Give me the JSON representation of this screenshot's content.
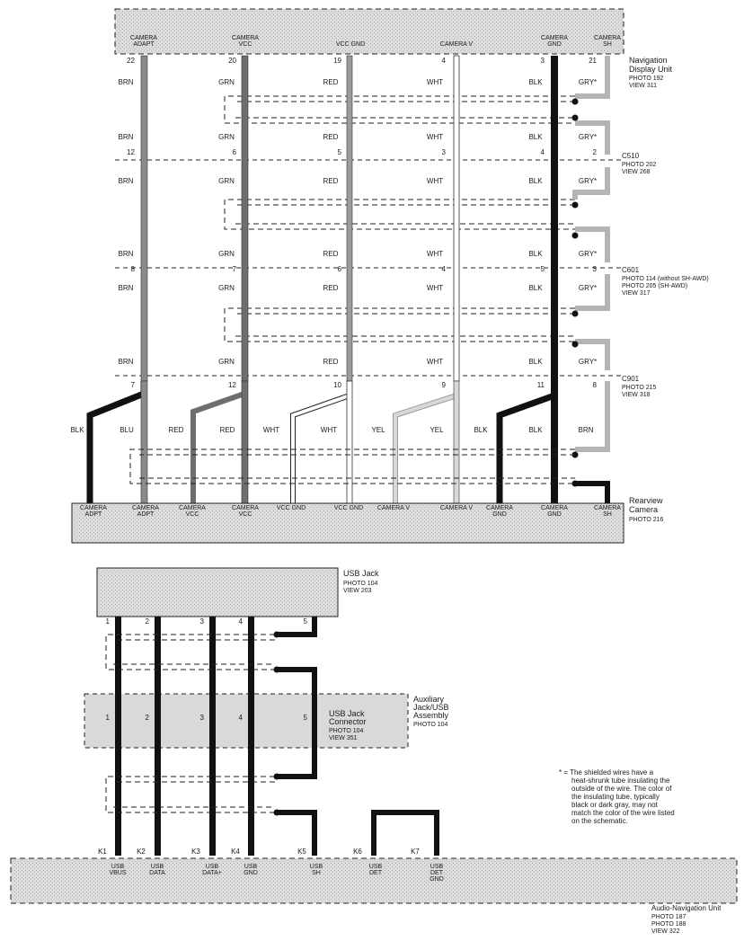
{
  "top_section": {
    "nav_unit": {
      "name_line1": "Navigation",
      "name_line2": "Display Unit",
      "photo": "PHOTO 192",
      "view": "VIEW 311",
      "pins": [
        {
          "line1": "CAMERA",
          "line2": "ADAPT",
          "pin": "22"
        },
        {
          "line1": "CAMERA",
          "line2": "VCC",
          "pin": "20"
        },
        {
          "line1": "VCC GND",
          "line2": "",
          "pin": "19"
        },
        {
          "line1": "CAMERA V",
          "line2": "",
          "pin": "4"
        },
        {
          "line1": "CAMERA",
          "line2": "GND",
          "pin": "3"
        },
        {
          "line1": "CAMERA",
          "line2": "SH",
          "pin": "21"
        }
      ]
    },
    "wire_colors": [
      "BRN",
      "GRN",
      "RED",
      "WHT",
      "BLK",
      "GRY*"
    ],
    "c510": {
      "name": "C510",
      "photo": "PHOTO 202",
      "view": "VIEW 268",
      "pins": [
        "12",
        "6",
        "5",
        "3",
        "4",
        "2"
      ]
    },
    "c601": {
      "name": "C601",
      "photo1": "PHOTO 114 (without SH-AWD)",
      "photo2": "PHOTO 205 (SH-AWD)",
      "view": "VIEW 317",
      "pins": [
        "8",
        "7",
        "6",
        "4",
        "5",
        "3"
      ]
    },
    "c901": {
      "name": "C901",
      "photo": "PHOTO 215",
      "view": "VIEW 318",
      "pins": [
        "7",
        "12",
        "10",
        "9",
        "11",
        "8"
      ]
    },
    "camera_wire_colors": [
      "BLK",
      "BLU",
      "RED",
      "RED",
      "WHT",
      "WHT",
      "YEL",
      "YEL",
      "BLK",
      "BLK",
      "BRN"
    ],
    "rear_camera": {
      "name_line1": "Rearview",
      "name_line2": "Camera",
      "photo": "PHOTO 216",
      "pins": [
        {
          "line1": "CAMERA",
          "line2": "ADPT"
        },
        {
          "line1": "CAMERA",
          "line2": "ADPT"
        },
        {
          "line1": "CAMERA",
          "line2": "VCC"
        },
        {
          "line1": "CAMERA",
          "line2": "VCC"
        },
        {
          "line1": "VCC GND",
          "line2": ""
        },
        {
          "line1": "VCC GND",
          "line2": ""
        },
        {
          "line1": "CAMERA V",
          "line2": ""
        },
        {
          "line1": "CAMERA V",
          "line2": ""
        },
        {
          "line1": "CAMERA",
          "line2": "GND"
        },
        {
          "line1": "CAMERA",
          "line2": "GND"
        },
        {
          "line1": "CAMERA",
          "line2": "SH"
        }
      ]
    }
  },
  "bottom_section": {
    "usb_jack": {
      "name": "USB Jack",
      "photo": "PHOTO 104",
      "view": "VIEW 203",
      "pins": [
        "1",
        "2",
        "3",
        "4",
        "5"
      ]
    },
    "aux_assembly": {
      "name_line1": "Auxiliary",
      "name_line2": "Jack/USB",
      "name_line3": "Assembly",
      "photo": "PHOTO 104",
      "pins": [
        "1",
        "2",
        "3",
        "4",
        "5"
      ],
      "connector_line1": "USB Jack",
      "connector_line2": "Connector",
      "connector_photo": "PHOTO 104",
      "connector_view": "VIEW 351"
    },
    "audio_nav_unit": {
      "name": "Audio-Navigation Unit",
      "photo1": "PHOTO 187",
      "photo2": "PHOTO 188",
      "view": "VIEW 322",
      "pins": [
        {
          "pin": "K1",
          "line1": "USB",
          "line2": "VBUS",
          "line3": ""
        },
        {
          "pin": "K2",
          "line1": "USB",
          "line2": "DATA",
          "line3": ""
        },
        {
          "pin": "K3",
          "line1": "USB",
          "line2": "DATA+",
          "line3": ""
        },
        {
          "pin": "K4",
          "line1": "USB",
          "line2": "GND",
          "line3": ""
        },
        {
          "pin": "K5",
          "line1": "USB",
          "line2": "SH",
          "line3": ""
        },
        {
          "pin": "K6",
          "line1": "USB",
          "line2": "DET",
          "line3": ""
        },
        {
          "pin": "K7",
          "line1": "USB",
          "line2": "DET",
          "line3": "GND"
        }
      ]
    }
  },
  "footnote": {
    "line1": "* = The shielded wires have a",
    "line2": "heat-shrunk tube insulating the",
    "line3": "outside of the wire. The color of",
    "line4": "the insulating tube, typically",
    "line5": "black or dark gray, may not",
    "line6": "match the color of the wire listed",
    "line7": "on the schematic."
  },
  "colors": {
    "brn_wire": "#8a8a8a",
    "grn_wire": "#6e6e6e",
    "red_wire": "#9c9c9c",
    "wht_wire": "#ffffff",
    "blk_wire": "#111111",
    "gry_wire": "#b4b4b4",
    "yel_wire": "#c8c8c8",
    "component_fill": "#d6d6d6"
  }
}
